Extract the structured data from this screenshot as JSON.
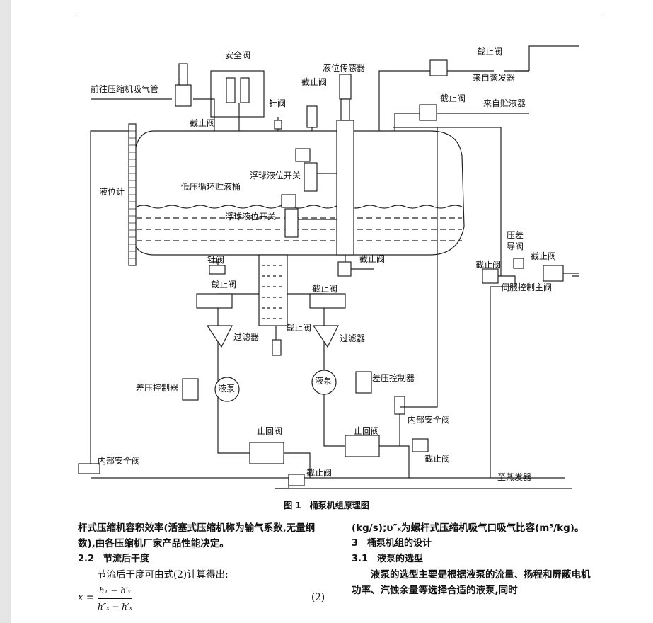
{
  "figure": {
    "caption_number": "图 1",
    "caption_title": "桶泵机组原理图",
    "labels": {
      "safety_valve_top": "安全阀",
      "to_compressor": "前往压缩机吸气管",
      "stop_valve_a": "截止阀",
      "needle_valve_top": "针阀",
      "stop_valve_b": "截止阀",
      "level_sensor": "液位传感器",
      "stop_valve_top_right": "截止阀",
      "from_evaporator": "来自蒸发器",
      "stop_valve_mid_right": "截止阀",
      "from_receiver": "来自贮液器",
      "level_gauge": "液位计",
      "float_switch_1": "浮球液位开关",
      "vessel_name": "低压循环贮液桶",
      "float_switch_2": "浮球液位开关",
      "needle_valve_bottom": "针阀",
      "stop_valve_under": "截止阀",
      "pressure_diff": "压差",
      "pilot_valve": "导阀",
      "stop_valve_servo_r": "截止阀",
      "stop_valve_servo_l": "截止阀",
      "servo_main_valve": "伺服控制主阀",
      "stop_valve_pump_l": "截止阀",
      "stop_valve_pump_r": "截止阀",
      "stop_valve_drain": "截止阀",
      "filter_l": "过滤器",
      "filter_r": "过滤器",
      "dp_controller_l": "差压控制器",
      "pump_l": "液泵",
      "pump_r": "液泵",
      "dp_controller_r": "差压控制器",
      "internal_safety_r": "内部安全阀",
      "check_valve_l": "止回阀",
      "check_valve_r": "止回阀",
      "internal_safety_l": "内部安全阀",
      "stop_valve_out_r": "截止阀",
      "stop_valve_out_bottom": "截止阀",
      "to_evaporator": "至蒸发器"
    }
  },
  "text": {
    "col1_p1": "杆式压缩机容积效率(活塞式压缩机称为输气系数,无量纲数),由各压缩机厂家产品性能决定。",
    "col1_h": "2.2　节流后干度",
    "col1_p2": "节流后干度可由式(2)计算得出:",
    "formula_lhs": "x =",
    "formula_num": "h₁ − h′ₓ",
    "formula_den": "h″ₓ − h′ₓ",
    "formula_no": "(2)",
    "col2_p1": "(kg/s);υ″ₓ为螺杆式压缩机吸气口吸气比容(m³/kg)。",
    "col2_h1": "3　桶泵机组的设计",
    "col2_h2": "3.1　液泵的选型",
    "col2_p2": "液泵的选型主要是根据液泵的流量、扬程和屏蔽电机功率、汽蚀余量等选择合适的液泵,同时"
  }
}
